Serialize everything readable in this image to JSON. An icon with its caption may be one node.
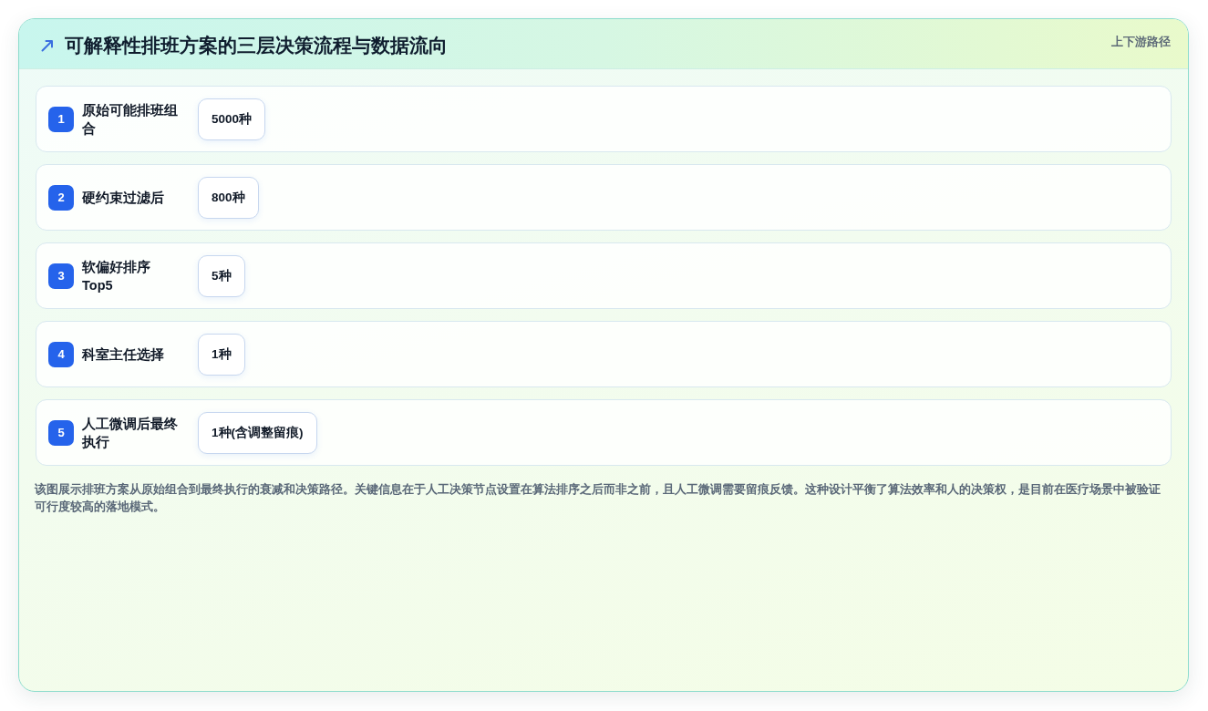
{
  "diagram": {
    "title": "可解释性排班方案的三层决策流程与数据流向",
    "caption": "该图展示排班方案从原始组合到最终执行的衰减和决策路径。关键信息在于人工决策节点设置在算法排序之后而非之前，且人工微调需要留痕反馈。这种设计平衡了算法效率和人的决策权，是目前在医疗场景中被验证可行度较高的落地模式。",
    "nodes": [
      {
        "text": [
          "原始可能排班组合"
        ]
      },
      {
        "text": [
          "1"
        ],
        "in": 0
      },
      {
        "text": [
          "5000种"
        ],
        "in": 0
      },
      {
        "text": [
          "硬约束过滤后"
        ]
      },
      {
        "text": [
          "2"
        ],
        "in": 3
      },
      {
        "text": [
          "800种"
        ],
        "in": 3
      },
      {
        "text": [
          "软偏好排序 Top5"
        ]
      },
      {
        "text": [
          "3"
        ],
        "in": 6
      },
      {
        "text": [
          "5种"
        ],
        "in": 6
      },
      {
        "text": [
          "科室主任选择"
        ]
      },
      {
        "text": [
          "4"
        ],
        "in": 9
      },
      {
        "text": [
          "1种"
        ],
        "in": 9
      },
      {
        "text": [
          "人工微调后最终执行"
        ]
      },
      {
        "text": [
          "5"
        ],
        "in": 12
      },
      {
        "text": [
          "1种(含调整留痕)"
        ],
        "in": 12
      }
    ],
    "labels": [
      "上下游路径"
    ]
  }
}
